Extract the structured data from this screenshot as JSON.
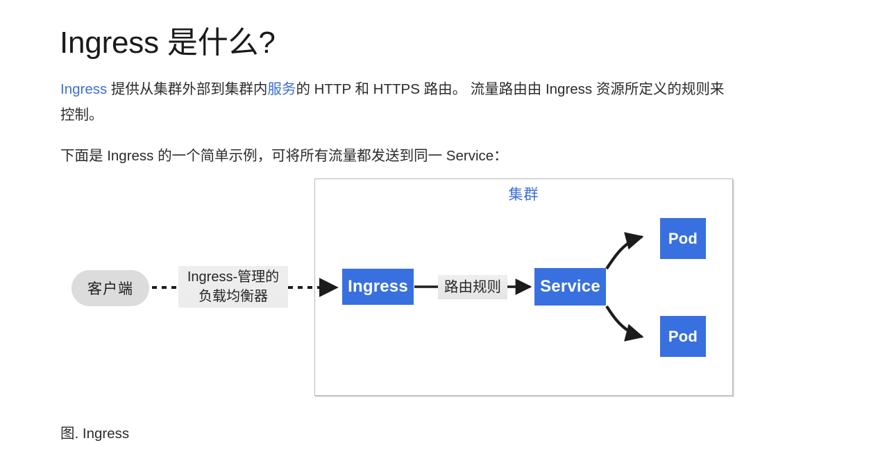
{
  "page": {
    "title": "Ingress 是什么?",
    "background_color": "#ffffff",
    "text_color": "#2b2b2b",
    "link_color": "#3d6fd4"
  },
  "paragraphs": {
    "p1": {
      "link_ingress": "Ingress",
      "seg_1": " 提供从集群外部到集群内",
      "link_service": "服务",
      "seg_2": "的 HTTP 和 HTTPS 路由。 流量路由由 Ingress 资源所定义的规则来控制。"
    },
    "p2": "下面是 Ingress 的一个简单示例，可将所有流量都发送到同一 Service："
  },
  "figure": {
    "cluster_label": "集群",
    "cluster_label_color": "#3b6fd8",
    "border_color": "#b9b9bd",
    "node_blue": "#3870e0",
    "client_fill": "#dcdcdc",
    "label_fill": "#ececec",
    "nodes": {
      "client": "客户端",
      "ingress": "Ingress",
      "service": "Service",
      "pod_1": "Pod",
      "pod_2": "Pod"
    },
    "edges": {
      "load_balancer_line_1": "Ingress-管理的",
      "load_balancer_line_2": "负载均衡器",
      "routing_rules": "路由规则"
    },
    "caption": "图. Ingress"
  }
}
